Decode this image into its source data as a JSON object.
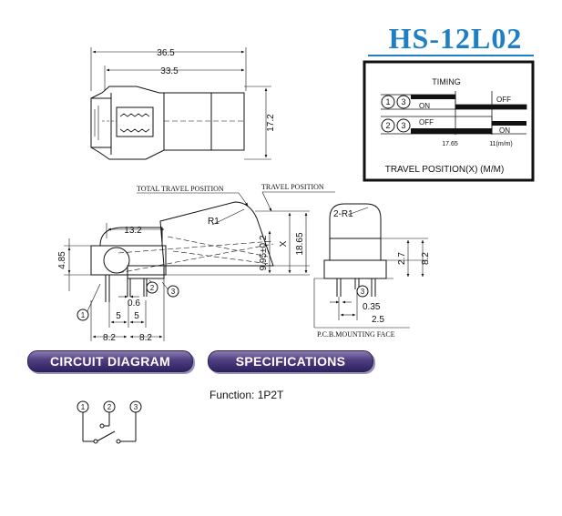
{
  "title": "HS-12L02",
  "timing": {
    "heading": "TIMING",
    "row1": {
      "n1": "1",
      "n2": "3",
      "state_a": "ON",
      "state_b": "OFF"
    },
    "row2": {
      "n1": "2",
      "n2": "3",
      "state_a": "OFF",
      "state_b": "ON"
    },
    "tick1": "17.65",
    "tick2": "11(m/m)",
    "xlabel": "TRAVEL POSITION(X) (M/M)"
  },
  "dims": {
    "d365": "36.5",
    "d335": "33.5",
    "d172": "17.2",
    "d132": "13.2",
    "d485": "4.85",
    "d06": "0.6",
    "d5a": "5",
    "d5b": "5",
    "d82a": "8.2",
    "d82b": "8.2",
    "d995": "9.95±0.2",
    "dx": "X",
    "d1865": "18.65",
    "r1": "R1",
    "r2": "2-R1",
    "d27": "2.7",
    "d82c": "8.2",
    "d035": "0.35",
    "d25": "2.5"
  },
  "labels": {
    "total_travel": "TOTAL TRAVEL POSITION",
    "travel": "TRAVEL POSITION",
    "pcb": "P.C.B.MOUNTING FACE",
    "pin1": "1",
    "pin2": "2",
    "pin3": "3",
    "pin3b": "3"
  },
  "sections": {
    "circuit": "CIRCUIT DIAGRAM",
    "specs": "SPECIFICATIONS"
  },
  "function_text": "Function: 1P2T",
  "circuit": {
    "p1": "1",
    "p2": "2",
    "p3": "3"
  }
}
